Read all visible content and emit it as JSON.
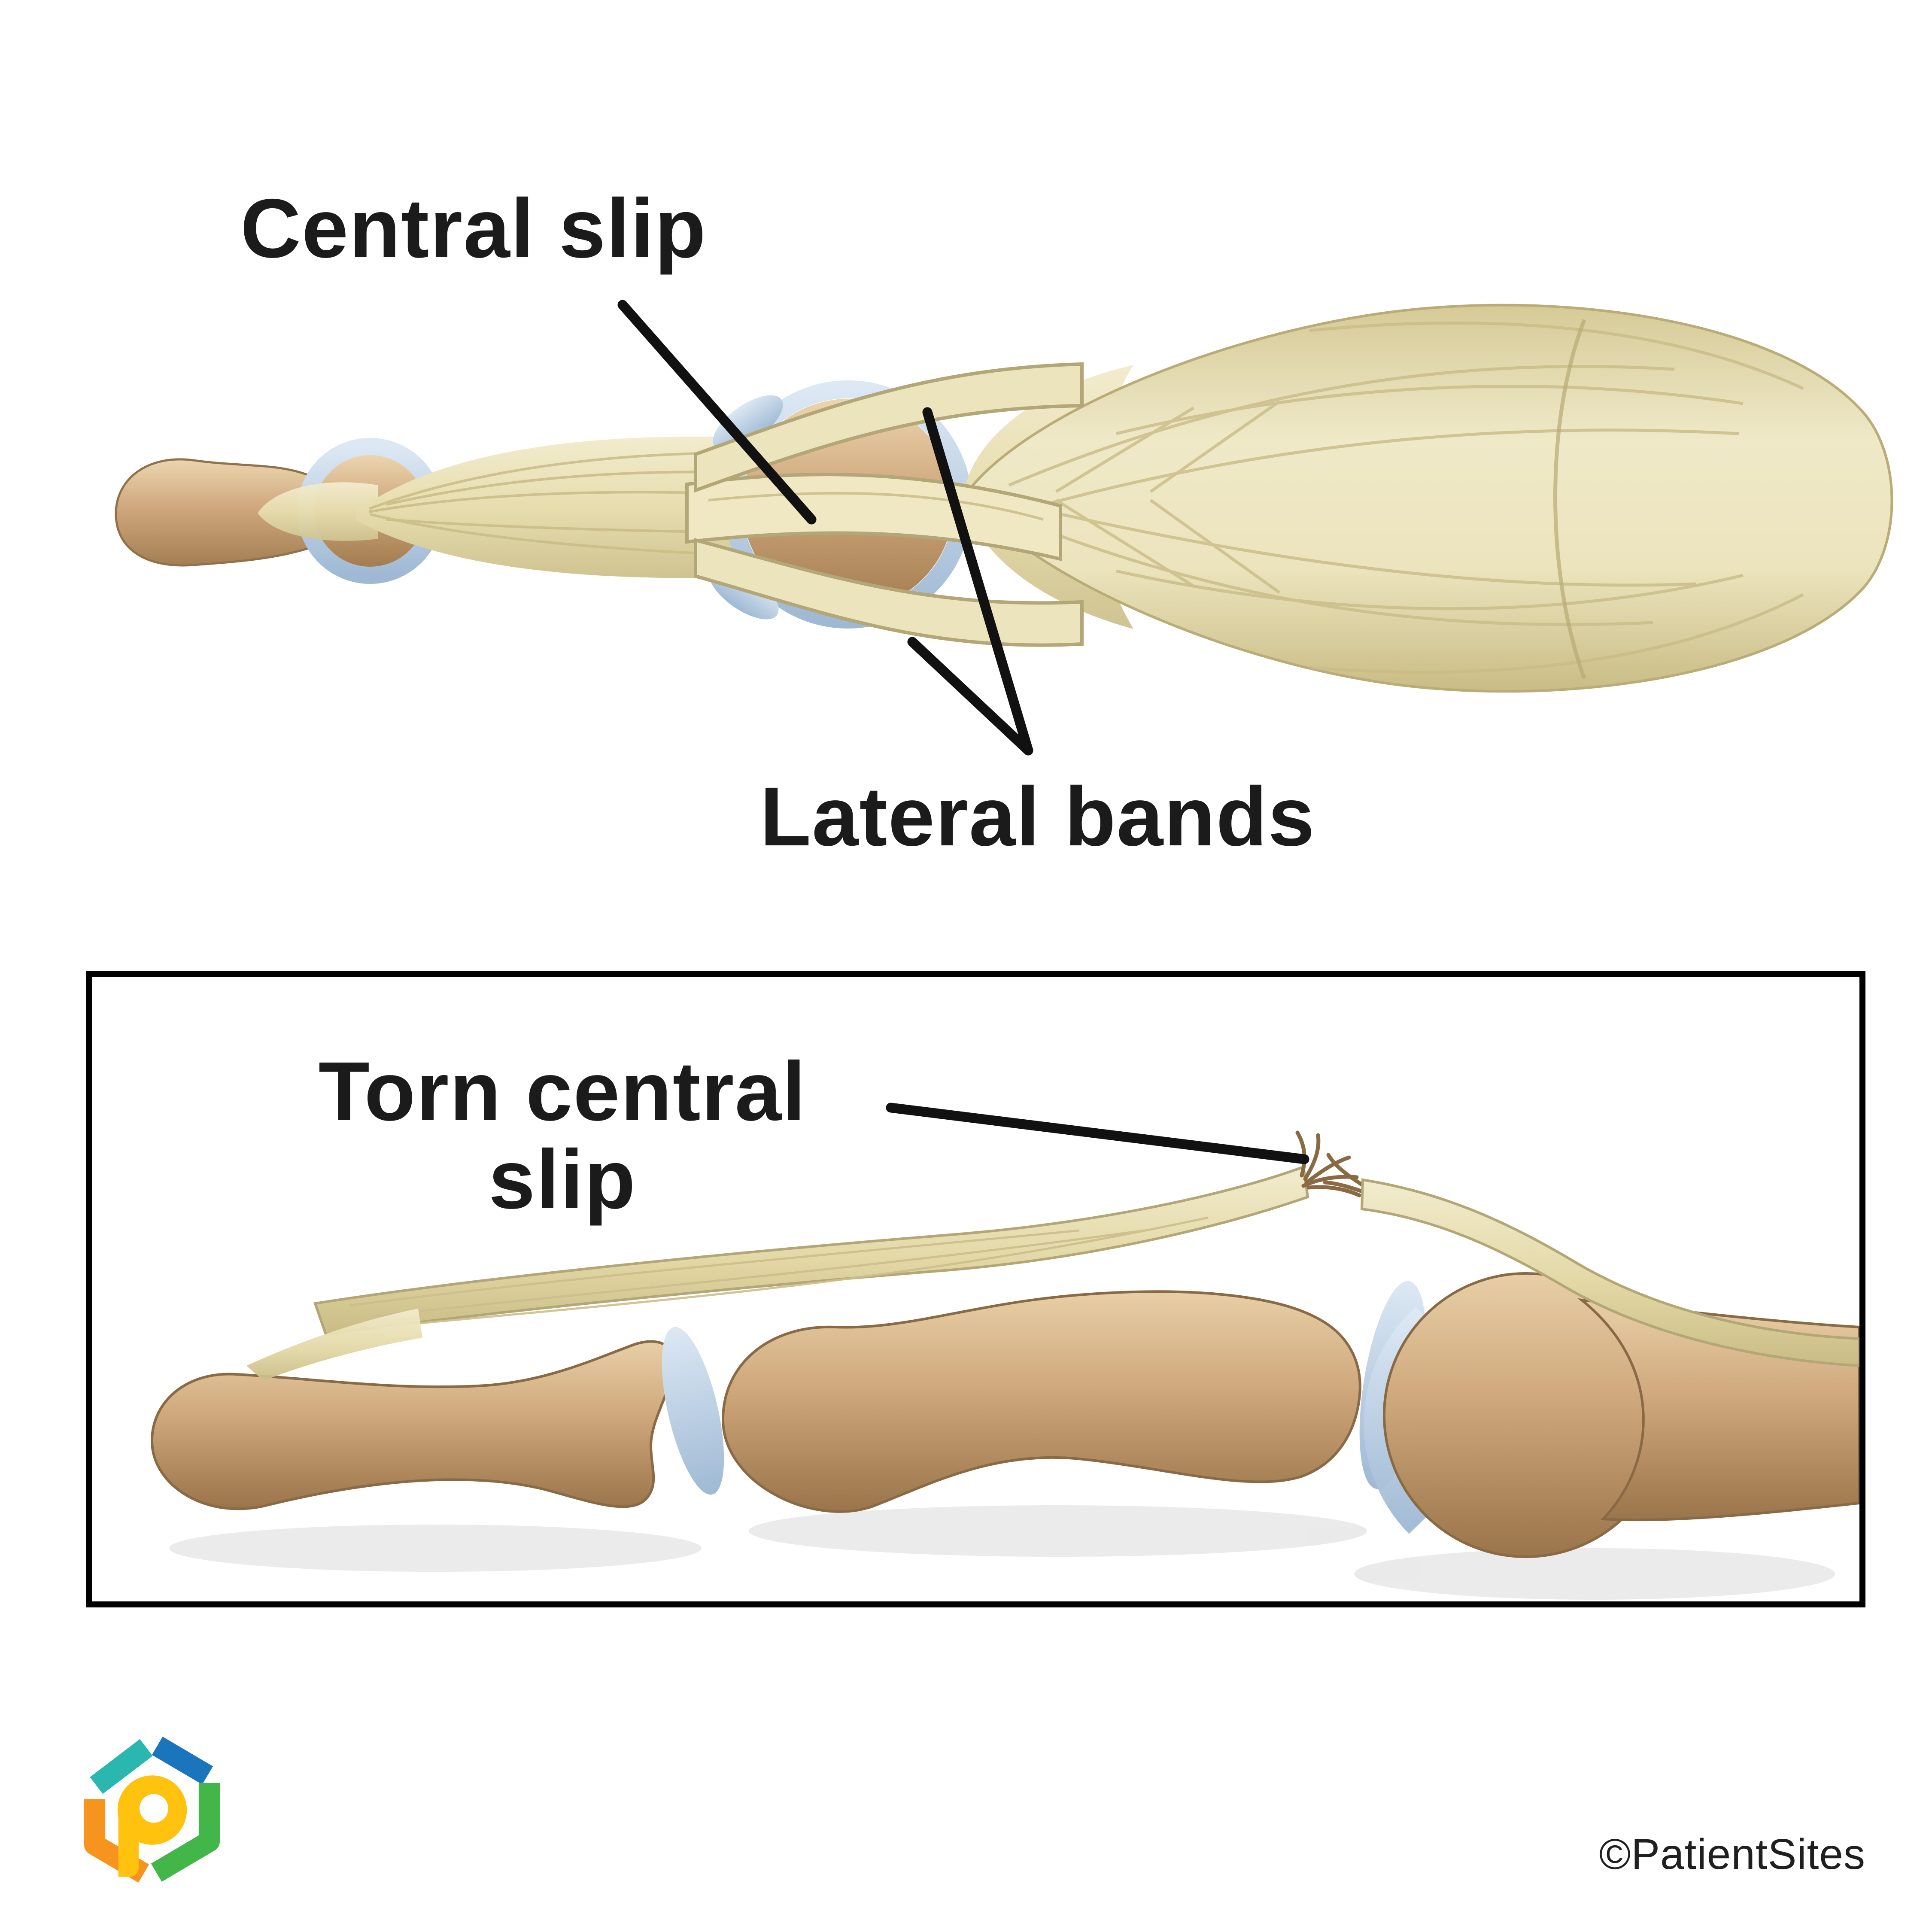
{
  "labels": {
    "central_slip": "Central slip",
    "lateral_bands": "Lateral bands",
    "torn_central_slip": "Torn central slip"
  },
  "footer": {
    "copyright": "©PatientSites",
    "logo": "patientsites-logo"
  },
  "colors": {
    "background": "#ffffff",
    "tendon": "#e9e1ba",
    "bone": "#cfa77c",
    "cartilage": "#c6d6e8",
    "leader_line": "#111111",
    "box_border": "#000000",
    "label_text": "#1b1b1b",
    "logo_teal": "#2ab7b0",
    "logo_blue": "#1b75bc",
    "logo_green": "#43b649",
    "logo_orange": "#f7941e",
    "logo_yellow": "#ffc20e"
  }
}
